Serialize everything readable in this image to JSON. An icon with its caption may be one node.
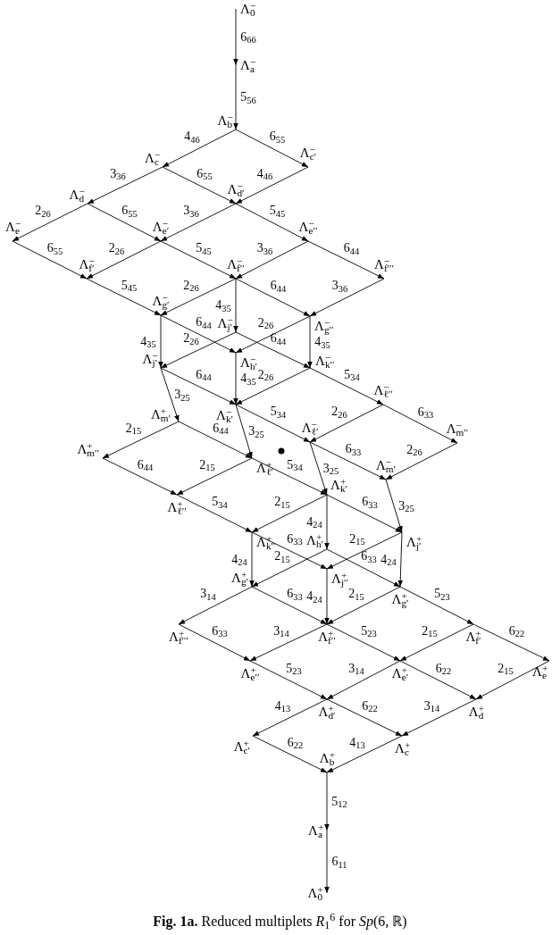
{
  "diagram": {
    "caption": "**Fig. 1a.** Reduced multiplets *R*$_{1}$$^{6}$ for *Sp*(6, ℝ)",
    "nodes": [
      {
        "text": [
          "Λ$^{−}$$_{0}$"
        ]
      },
      {
        "text": [
          "Λ$^{−}$$_{a}$"
        ]
      },
      {
        "text": [
          "Λ$^{−}$$_{b}$"
        ]
      },
      {
        "text": [
          "Λ$^{−}$$_{c}$"
        ]
      },
      {
        "text": [
          "Λ$^{−}$$_{c′}$"
        ]
      },
      {
        "text": [
          "Λ$^{−}$$_{d}$"
        ]
      },
      {
        "text": [
          "Λ$^{−}$$_{d′}$"
        ]
      },
      {
        "text": [
          "Λ$^{−}$$_{e}$"
        ]
      },
      {
        "text": [
          "Λ$^{−}$$_{e′}$"
        ]
      },
      {
        "text": [
          "Λ$^{−}$$_{e′′}$"
        ]
      },
      {
        "text": [
          "Λ$^{−}$$_{f′}$"
        ]
      },
      {
        "text": [
          "Λ$^{−}$$_{f′′}$"
        ]
      },
      {
        "text": [
          "Λ$^{−}$$_{f′′′}$"
        ]
      },
      {
        "text": [
          "Λ$^{−}$$_{g′}$"
        ]
      },
      {
        "text": [
          "Λ$^{−}$$_{g′′}$"
        ]
      },
      {
        "text": [
          "Λ$^{−}$$_{j′}$"
        ]
      },
      {
        "text": [
          "Λ$^{−}$$_{h′}$"
        ]
      },
      {
        "text": [
          "Λ$^{−}$$_{j′}$"
        ]
      },
      {
        "text": [
          "Λ$^{−}$$_{k′′}$"
        ]
      },
      {
        "text": [
          "Λ$^{−}$$_{k′}$"
        ]
      },
      {
        "text": [
          "Λ$^{−}$$_{ℓ′′}$"
        ]
      },
      {
        "text": [
          "Λ$^{+}$$_{m′}$"
        ]
      },
      {
        "text": [
          "Λ$^{−}$$_{ℓ′}$"
        ]
      },
      {
        "text": [
          "Λ$^{−}$$_{m′′}$"
        ]
      },
      {
        "text": [
          "Λ$^{+}$$_{m′′}$"
        ]
      },
      {
        "text": [
          "Λ$^{+}$$_{ℓ′}$"
        ]
      },
      {
        "text": [
          "Λ$^{−}$$_{m′}$"
        ]
      },
      {
        "text": [
          "Λ$^{+}$$_{ℓ′′}$"
        ]
      },
      {
        "text": [
          "Λ$^{+}$$_{k′}$"
        ]
      },
      {
        "text": [
          "Λ$^{+}$$_{k′′}$"
        ]
      },
      {
        "text": [
          "Λ$^{+}$$_{j′}$"
        ]
      },
      {
        "text": [
          "Λ$^{+}$$_{h′}$"
        ]
      },
      {
        "text": [
          "Λ$^{+}$$_{j′′}$"
        ]
      },
      {
        "text": [
          "Λ$^{+}$$_{g′}$"
        ]
      },
      {
        "text": [
          "Λ$^{+}$$_{g′}$"
        ]
      },
      {
        "text": [
          "Λ$^{+}$$_{f′′′}$"
        ]
      },
      {
        "text": [
          "Λ$^{+}$$_{f′′}$"
        ]
      },
      {
        "text": [
          "Λ$^{+}$$_{f′}$"
        ]
      },
      {
        "text": [
          "Λ$^{+}$$_{e′′}$"
        ]
      },
      {
        "text": [
          "Λ$^{+}$$_{e′}$"
        ]
      },
      {
        "text": [
          "Λ$^{+}$$_{e}$"
        ]
      },
      {
        "text": [
          "Λ$^{+}$$_{d′}$"
        ]
      },
      {
        "text": [
          "Λ$^{+}$$_{d}$"
        ]
      },
      {
        "text": [
          "Λ$^{+}$$_{c′}$"
        ]
      },
      {
        "text": [
          "Λ$^{+}$$_{c}$"
        ]
      },
      {
        "text": [
          "Λ$^{+}$$_{b}$"
        ]
      },
      {
        "text": [
          "Λ$^{+}$$_{a}$"
        ]
      },
      {
        "text": [
          "Λ$^{+}$$_{0}$"
        ]
      }
    ],
    "edges": [
      {
        "from": 0,
        "to": 1,
        "arrow": "to",
        "label": "6$_{66}$"
      },
      {
        "from": 1,
        "to": 2,
        "arrow": "to",
        "label": "5$_{56}$"
      },
      {
        "from": 2,
        "to": 3,
        "arrow": "to",
        "label": "4$_{46}$"
      },
      {
        "from": 2,
        "to": 4,
        "arrow": "to",
        "label": "6$_{55}$"
      },
      {
        "from": 3,
        "to": 5,
        "arrow": "to",
        "label": "3$_{36}$"
      },
      {
        "from": 3,
        "to": 6,
        "arrow": "to",
        "label": "6$_{55}$"
      },
      {
        "from": 4,
        "to": 6,
        "arrow": "to",
        "label": "4$_{46}$"
      },
      {
        "from": 5,
        "to": 7,
        "arrow": "to",
        "label": "2$_{26}$"
      },
      {
        "from": 5,
        "to": 8,
        "arrow": "to",
        "label": "6$_{55}$"
      },
      {
        "from": 6,
        "to": 8,
        "arrow": "to",
        "label": "3$_{36}$"
      },
      {
        "from": 6,
        "to": 9,
        "arrow": "to",
        "label": "5$_{45}$"
      },
      {
        "from": 7,
        "to": 10,
        "arrow": "to",
        "label": "6$_{55}$"
      },
      {
        "from": 8,
        "to": 10,
        "arrow": "to",
        "label": "2$_{26}$"
      },
      {
        "from": 8,
        "to": 11,
        "arrow": "to",
        "label": "5$_{45}$"
      },
      {
        "from": 9,
        "to": 11,
        "arrow": "to",
        "label": "3$_{36}$"
      },
      {
        "from": 9,
        "to": 12,
        "arrow": "to",
        "label": "6$_{44}$"
      },
      {
        "from": 10,
        "to": 13,
        "arrow": "to",
        "label": "5$_{45}$"
      },
      {
        "from": 11,
        "to": 13,
        "arrow": "to",
        "label": "2$_{26}$"
      },
      {
        "from": 11,
        "to": 15,
        "arrow": "to",
        "label": "4$_{35}$"
      },
      {
        "from": 11,
        "to": 14,
        "arrow": "to",
        "label": "6$_{44}$"
      },
      {
        "from": 12,
        "to": 14,
        "arrow": "to",
        "label": "3$_{36}$"
      },
      {
        "from": 13,
        "to": 17,
        "arrow": "to",
        "label": "4$_{35}$"
      },
      {
        "from": 13,
        "to": 16,
        "arrow": "to",
        "label": "6$_{44}$"
      },
      {
        "from": 15,
        "to": 17,
        "arrow": "to",
        "label": "2$_{26}$"
      },
      {
        "from": 15,
        "to": 18,
        "arrow": "to",
        "label": "6$_{44}$"
      },
      {
        "from": 14,
        "to": 16,
        "arrow": "to",
        "label": "2$_{26}$"
      },
      {
        "from": 14,
        "to": 18,
        "arrow": "to",
        "label": "4$_{35}$"
      },
      {
        "from": 16,
        "to": 19,
        "arrow": "to",
        "label": "4$_{35}$"
      },
      {
        "from": 17,
        "to": 19,
        "arrow": "to",
        "label": "6$_{44}$"
      },
      {
        "from": 18,
        "to": 19,
        "arrow": "to",
        "label": "2$_{26}$"
      },
      {
        "from": 18,
        "to": 20,
        "arrow": "to",
        "label": "5$_{34}$"
      },
      {
        "from": 17,
        "to": 21,
        "arrow": "to",
        "label": "3$_{25}$"
      },
      {
        "from": 19,
        "to": 22,
        "arrow": "to",
        "label": "5$_{34}$"
      },
      {
        "from": 19,
        "to": 25,
        "arrow": "to",
        "label": "3$_{25}$"
      },
      {
        "from": 20,
        "to": 22,
        "arrow": "to",
        "label": "2$_{26}$"
      },
      {
        "from": 20,
        "to": 23,
        "arrow": "to",
        "label": "6$_{33}$"
      },
      {
        "from": 21,
        "to": 24,
        "arrow": "to",
        "label": "2$_{15}$"
      },
      {
        "from": 21,
        "to": 25,
        "arrow": "to",
        "label": "6$_{44}$"
      },
      {
        "from": 22,
        "to": 26,
        "arrow": "to",
        "label": "6$_{33}$"
      },
      {
        "from": 22,
        "to": 28,
        "arrow": "to",
        "label": "3$_{25}$"
      },
      {
        "from": 23,
        "to": 26,
        "arrow": "to",
        "label": "2$_{26}$"
      },
      {
        "from": 24,
        "to": 27,
        "arrow": "to",
        "label": "6$_{44}$"
      },
      {
        "from": 25,
        "to": 27,
        "arrow": "to",
        "label": "2$_{15}$"
      },
      {
        "from": 25,
        "to": 28,
        "arrow": "to",
        "label": "5$_{34}$"
      },
      {
        "from": 26,
        "to": 30,
        "arrow": "to",
        "label": "3$_{25}$"
      },
      {
        "from": 27,
        "to": 29,
        "arrow": "to",
        "label": "5$_{34}$"
      },
      {
        "from": 28,
        "to": 29,
        "arrow": "to",
        "label": "2$_{15}$"
      },
      {
        "from": 28,
        "to": 31,
        "arrow": "to",
        "label": "4$_{24}$"
      },
      {
        "from": 28,
        "to": 30,
        "arrow": "to",
        "label": "6$_{33}$"
      },
      {
        "from": 29,
        "to": 33,
        "arrow": "to",
        "label": "4$_{24}$"
      },
      {
        "from": 29,
        "to": 32,
        "arrow": "to",
        "label": "6$_{33}$"
      },
      {
        "from": 31,
        "to": 33,
        "arrow": "to",
        "label": "2$_{15}$"
      },
      {
        "from": 31,
        "to": 34,
        "arrow": "to",
        "label": "6$_{33}$"
      },
      {
        "from": 30,
        "to": 32,
        "arrow": "to",
        "label": "2$_{15}$"
      },
      {
        "from": 30,
        "to": 34,
        "arrow": "to",
        "label": "4$_{24}$"
      },
      {
        "from": 33,
        "to": 35,
        "arrow": "to",
        "label": "3$_{14}$"
      },
      {
        "from": 33,
        "to": 36,
        "arrow": "to",
        "label": "6$_{33}$"
      },
      {
        "from": 32,
        "to": 36,
        "arrow": "to",
        "label": "4$_{24}$"
      },
      {
        "from": 34,
        "to": 36,
        "arrow": "to",
        "label": "2$_{15}$"
      },
      {
        "from": 34,
        "to": 37,
        "arrow": "to",
        "label": "5$_{23}$"
      },
      {
        "from": 35,
        "to": 38,
        "arrow": "to",
        "label": "6$_{33}$"
      },
      {
        "from": 36,
        "to": 38,
        "arrow": "to",
        "label": "3$_{14}$"
      },
      {
        "from": 36,
        "to": 39,
        "arrow": "to",
        "label": "5$_{23}$"
      },
      {
        "from": 37,
        "to": 39,
        "arrow": "to",
        "label": "2$_{15}$"
      },
      {
        "from": 37,
        "to": 40,
        "arrow": "to",
        "label": "6$_{22}$"
      },
      {
        "from": 38,
        "to": 41,
        "arrow": "to",
        "label": "5$_{23}$"
      },
      {
        "from": 39,
        "to": 41,
        "arrow": "to",
        "label": "3$_{14}$"
      },
      {
        "from": 39,
        "to": 42,
        "arrow": "to",
        "label": "6$_{22}$"
      },
      {
        "from": 40,
        "to": 42,
        "arrow": "to",
        "label": "2$_{15}$"
      },
      {
        "from": 41,
        "to": 43,
        "arrow": "to",
        "label": "4$_{13}$"
      },
      {
        "from": 41,
        "to": 44,
        "arrow": "to",
        "label": "6$_{22}$"
      },
      {
        "from": 42,
        "to": 44,
        "arrow": "to",
        "label": "3$_{14}$"
      },
      {
        "from": 43,
        "to": 45,
        "arrow": "to",
        "label": "6$_{22}$"
      },
      {
        "from": 44,
        "to": 45,
        "arrow": "to",
        "label": "4$_{13}$"
      },
      {
        "from": 45,
        "to": 46,
        "arrow": "to",
        "label": "5$_{12}$"
      },
      {
        "from": 46,
        "to": 47,
        "arrow": "to",
        "label": "6$_{11}$"
      }
    ]
  }
}
